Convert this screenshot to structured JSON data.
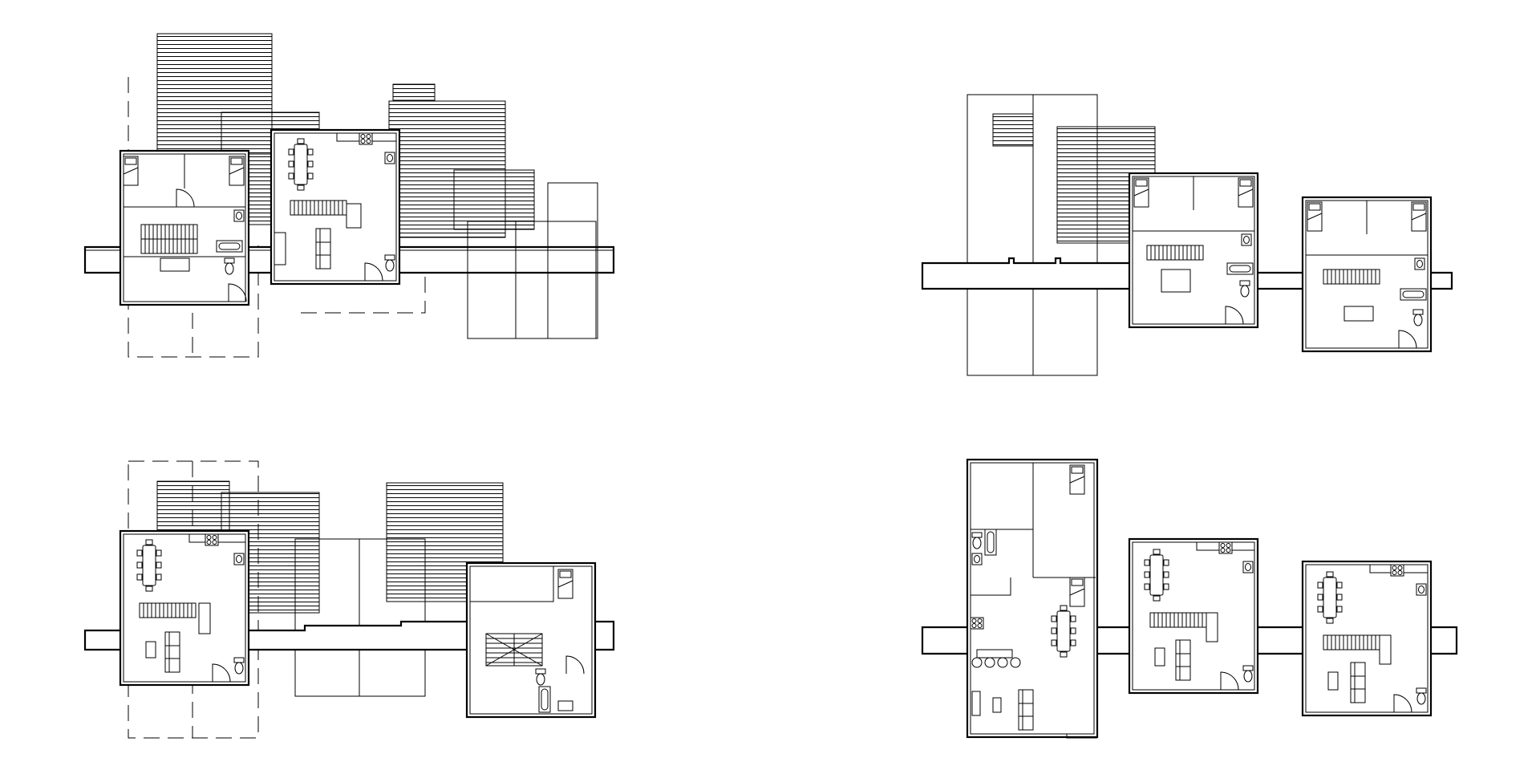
{
  "drawing": {
    "sheet_color": "#ffffff",
    "line_color": "#000000",
    "plans": [
      {
        "id": "plan-top-left"
      },
      {
        "id": "plan-top-right"
      },
      {
        "id": "plan-bottom-left"
      },
      {
        "id": "plan-bottom-right"
      }
    ]
  }
}
